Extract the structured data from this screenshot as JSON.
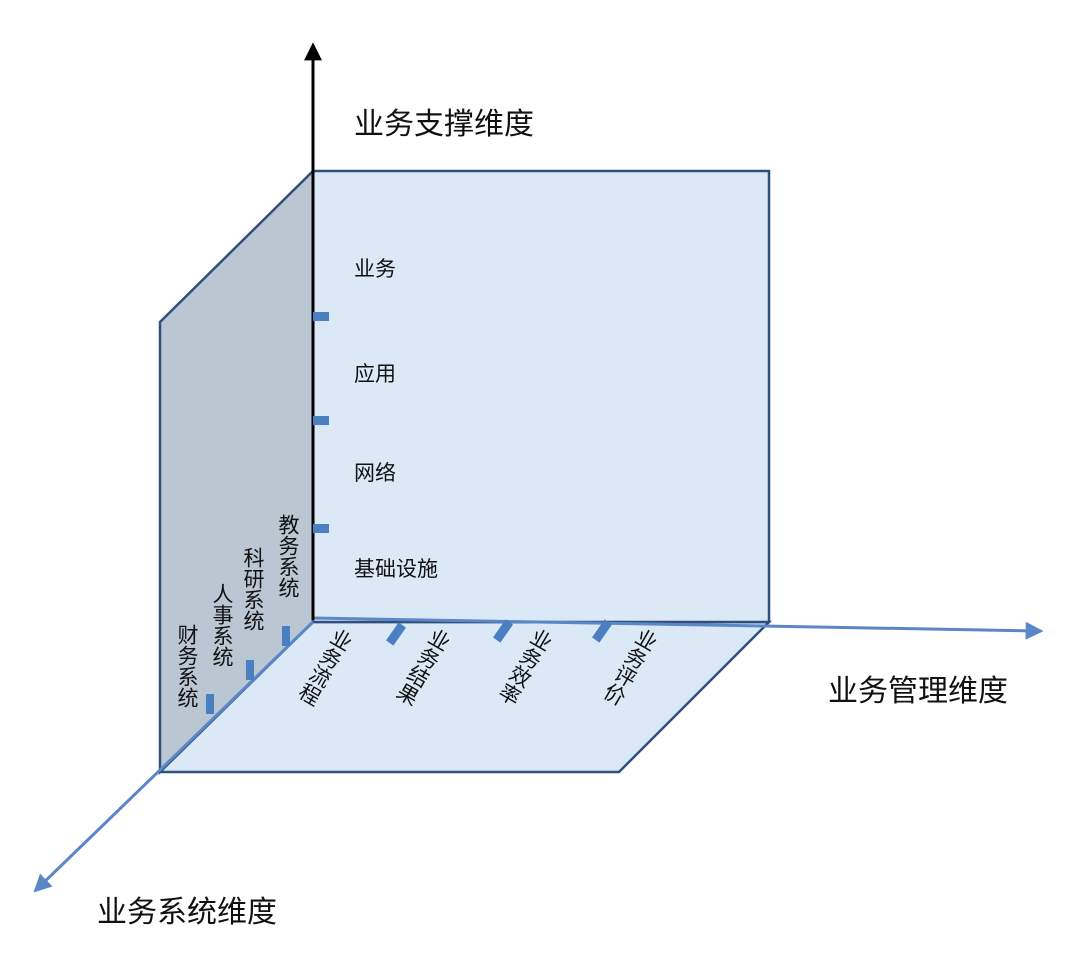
{
  "axes": {
    "support": {
      "title": "业务支撑维度"
    },
    "management": {
      "title": "业务管理维度"
    },
    "system": {
      "title": "业务系统维度"
    }
  },
  "support_levels": [
    {
      "label": "业务"
    },
    {
      "label": "应用"
    },
    {
      "label": "网络"
    },
    {
      "label": "基础设施"
    }
  ],
  "management_items": [
    {
      "label": "业务流程"
    },
    {
      "label": "业务结果"
    },
    {
      "label": "业务效率"
    },
    {
      "label": "业务评价"
    }
  ],
  "system_items": [
    {
      "label": "教务系统"
    },
    {
      "label": "科研系统"
    },
    {
      "label": "人事系统"
    },
    {
      "label": "财务系统"
    }
  ],
  "colors": {
    "back_panel_fill": "#dbe9f6",
    "side_panel_fill": "#bac6d2",
    "floor_panel_fill": "#dbe9f6",
    "panel_border": "#2f4f7e",
    "axis_blue": "#5b87c6",
    "axis_black": "#000000",
    "tick": "#4a7fc1"
  }
}
